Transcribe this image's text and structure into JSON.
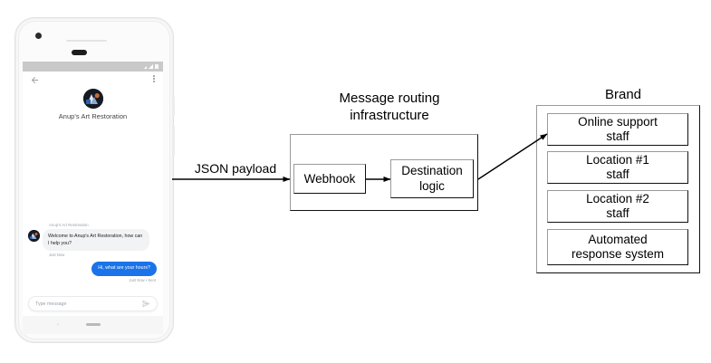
{
  "phone": {
    "status_bar": {
      "signal_icon": "signal-bars-icon",
      "battery_icon": "battery-icon"
    },
    "app_bar": {
      "back_icon": "back-arrow-icon",
      "menu_icon": "overflow-menu-icon"
    },
    "header": {
      "avatar": "brand-avatar",
      "brand_name": "Anup's Art Restoration"
    },
    "conversation": {
      "incoming": {
        "sender": "Anup's Art Restoration",
        "text": "Welcome to Anup's Art Restoration, how can I help you?",
        "timestamp": "Just Now",
        "avatar": "brand-avatar-small"
      },
      "outgoing": {
        "text": "Hi, what are your hours?",
        "timestamp": "Just Now • Sent"
      }
    },
    "composer": {
      "placeholder": "Type message",
      "send_icon": "send-icon"
    },
    "nav_bar": {
      "back_icon": "nav-back-icon",
      "home_icon": "nav-home-pill"
    }
  },
  "diagram": {
    "json_payload_label": "JSON payload",
    "infrastructure": {
      "title_line1": "Message routing",
      "title_line2": "infrastructure",
      "boxes": [
        {
          "label": "Webhook"
        },
        {
          "label_line1": "Destination",
          "label_line2": "logic"
        }
      ]
    },
    "brand": {
      "title": "Brand",
      "boxes": [
        {
          "line1": "Online support",
          "line2": "staff"
        },
        {
          "line1": "Location #1",
          "line2": "staff"
        },
        {
          "line1": "Location #2",
          "line2": "staff"
        },
        {
          "line1": "Automated",
          "line2": "response system"
        }
      ]
    }
  },
  "colors": {
    "outgoing_bubble": "#1a73e8",
    "incoming_bubble": "#f1f3f4",
    "stroke": "#000000",
    "box_shadow_edge": "#9a9a9a",
    "status_bar": "#c9c9c9",
    "avatar_bg": "#141821",
    "background": "#ffffff"
  }
}
